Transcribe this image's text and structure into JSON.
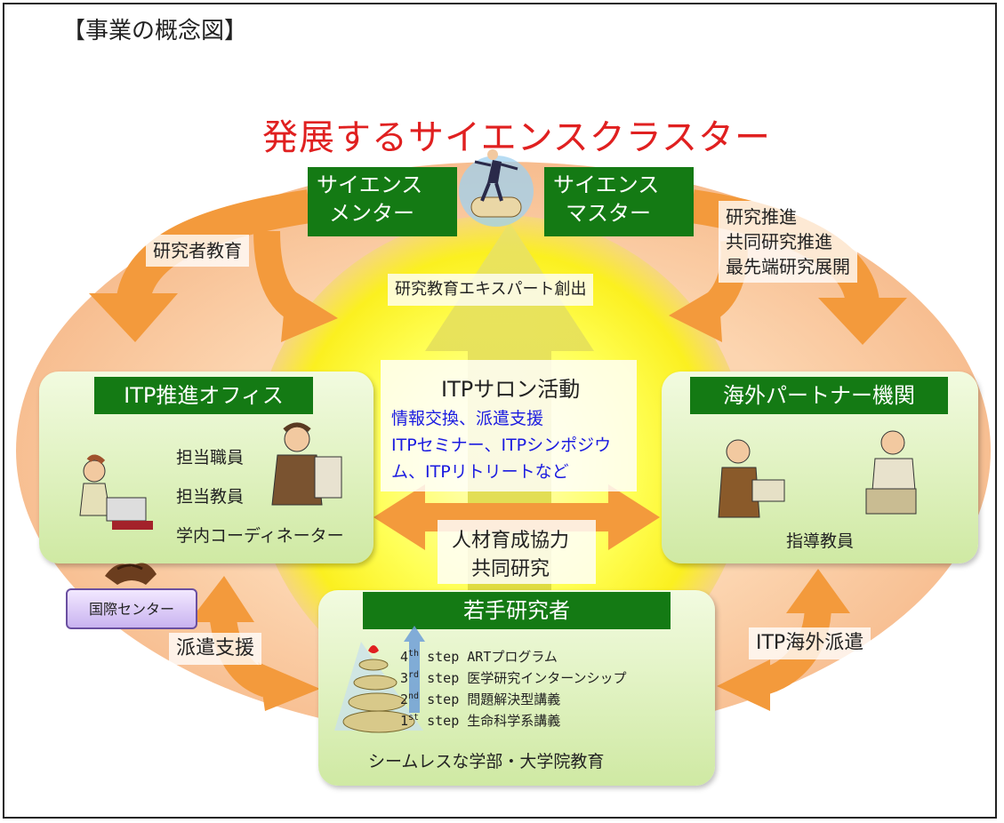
{
  "heading": "【事業の概念図】",
  "title": "発展するサイエンスクラスター",
  "mentor": {
    "line1": "サイエンス",
    "line2": "メンター"
  },
  "master": {
    "line1": "サイエンス",
    "line2": "マスター"
  },
  "left_arrow_label": "研究者教育",
  "right_arrow_labels": [
    "研究推進",
    "共同研究推進",
    "最先端研究展開"
  ],
  "center_arrow_label": "研究教育エキスパート創出",
  "salon": {
    "title": "ITPサロン活動",
    "lines": [
      "情報交換、派遣支援",
      "ITPセミナー、ITPシンポジウ",
      "ム、ITPリトリートなど"
    ]
  },
  "office": {
    "title": "ITP推進オフィス",
    "members": [
      "担当職員",
      "担当教員",
      "学内コーディネーター"
    ]
  },
  "partner": {
    "title": "海外パートナー機関",
    "member": "指導教員"
  },
  "collaboration": {
    "line1": "人材育成協力",
    "line2": "共同研究"
  },
  "young": {
    "title": "若手研究者",
    "steps": [
      {
        "num": "4",
        "sup": "th",
        "label": "step  ARTプログラム"
      },
      {
        "num": "3",
        "sup": "rd",
        "label": "step  医学研究インターンシップ"
      },
      {
        "num": "2",
        "sup": "nd",
        "label": "step  問題解決型講義"
      },
      {
        "num": "1",
        "sup": "st",
        "label": "step  生命科学系講義"
      }
    ],
    "footer": "シームレスな学部・大学院教育"
  },
  "intl_center": "国際センター",
  "dispatch_support": "派遣支援",
  "overseas_dispatch": "ITP海外派遣",
  "icons": [
    "surfer-icon",
    "secretary-icon",
    "businessman-icon",
    "handshake-icon",
    "presenter-icon",
    "speaker-icon",
    "climber-icon"
  ],
  "colors": {
    "title": "#e02020",
    "green": "#147a14",
    "arrow": "#f39a3c",
    "blue_text": "#1a1ae0",
    "sun": "#ffff40"
  }
}
